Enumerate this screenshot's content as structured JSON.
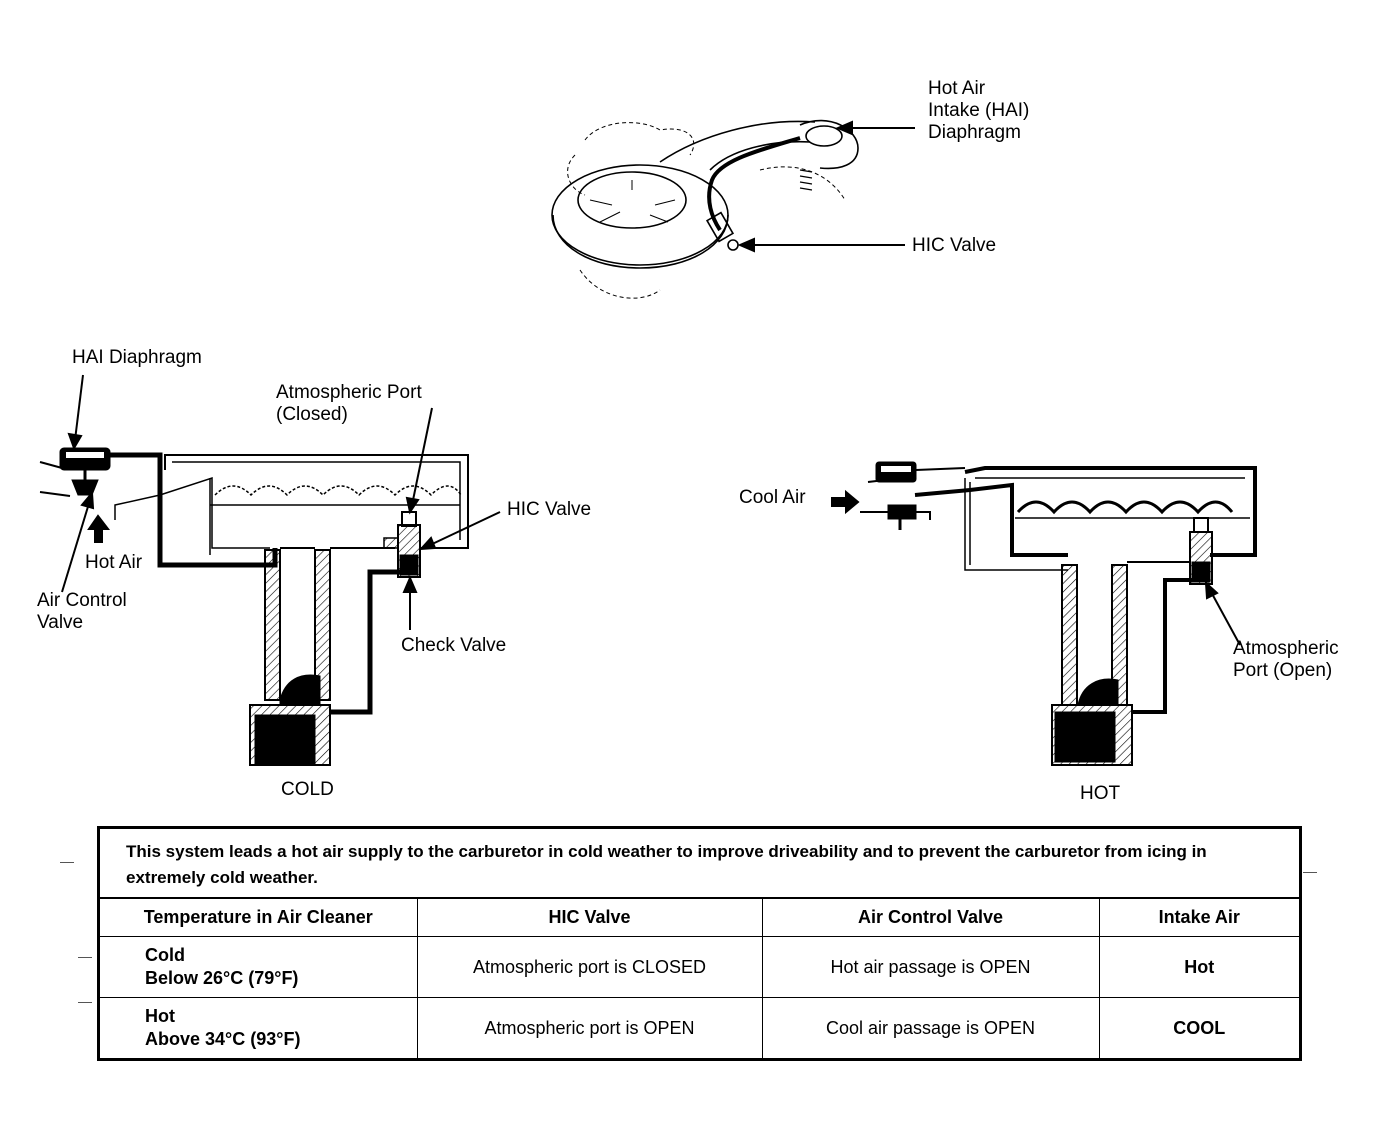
{
  "labels": {
    "hai_top": "Hot Air\nIntake (HAI)\nDiaphragm",
    "hic_top": "HIC Valve",
    "hai_diaphragm": "HAI Diaphragm",
    "atmospheric_closed": "Atmospheric Port\n(Closed)",
    "hic_cold": "HIC Valve",
    "hot_air": "Hot Air",
    "air_control_valve": "Air Control\nValve",
    "check_valve": "Check Valve",
    "cold": "COLD",
    "cool_air": "Cool Air",
    "atmospheric_open": "Atmospheric\nPort (Open)",
    "hot": "HOT"
  },
  "table": {
    "intro": "This system leads a hot air supply to the carburetor in cold weather to improve driveability and to prevent the carburetor from icing in extremely cold weather.",
    "headers": [
      "Temperature in Air Cleaner",
      "HIC Valve",
      "Air Control Valve",
      "Intake Air"
    ],
    "rows": [
      {
        "temp_name": "Cold",
        "temp_range": "Below 26°C (79°F)",
        "hic": "Atmospheric port is CLOSED",
        "acv": "Hot air passage is OPEN",
        "intake": "Hot"
      },
      {
        "temp_name": "Hot",
        "temp_range": "Above 34°C (93°F)",
        "hic": "Atmospheric port is OPEN",
        "acv": "Cool air passage is OPEN",
        "intake": "COOL"
      }
    ]
  }
}
